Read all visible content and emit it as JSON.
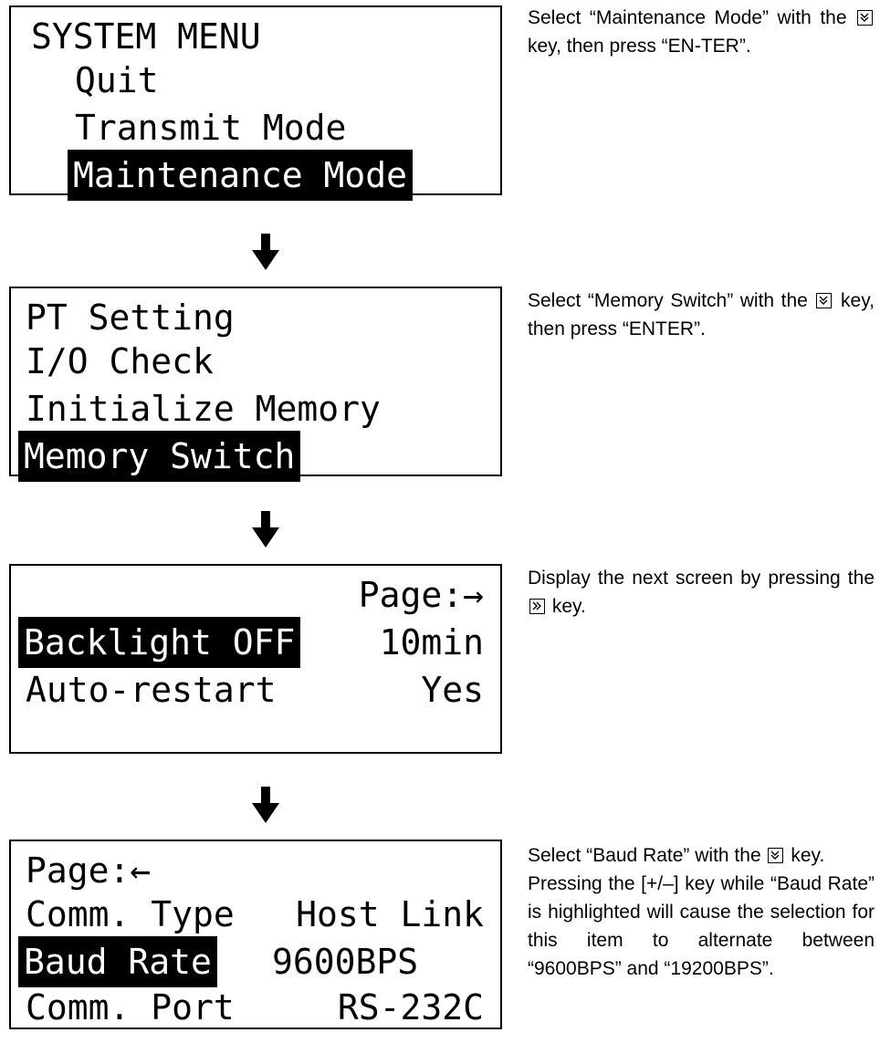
{
  "screens": [
    {
      "lines": [
        "SYSTEM MENU",
        "Quit",
        "Transmit Mode"
      ],
      "highlight": "Maintenance Mode"
    },
    {
      "lines": [
        "PT Setting",
        "I/O Check",
        "Initialize Memory"
      ],
      "highlight": "Memory Switch"
    },
    {
      "page": "Page:→",
      "rows": [
        {
          "label": "Backlight OFF",
          "value": "10min"
        },
        {
          "label": "Auto-restart",
          "value": "Yes"
        }
      ]
    },
    {
      "page": "Page:←",
      "rows": [
        {
          "label": "Comm. Type",
          "value": "Host Link"
        },
        {
          "label": "Baud Rate",
          "value": "9600BPS"
        },
        {
          "label": "Comm. Port",
          "value": "RS-232C"
        }
      ]
    }
  ],
  "instructions": {
    "step1_a": "Select “Maintenance Mode” with the",
    "step1_b": "key, then press “EN-TER”.",
    "step2_a": "Select “Memory Switch” with the",
    "step2_b": "key, then press “ENTER”.",
    "step3_a": "Display the next screen by pressing the",
    "step3_b": "key.",
    "step4_a": "Select “Baud Rate” with the",
    "step4_b": "key.",
    "step4_c": "Pressing the [+/–] key while “Baud Rate” is highlighted will cause the selection for this item to alternate between “9600BPS” and “19200BPS”."
  },
  "icons": {
    "down_key": "double-chevron-down-icon",
    "right_key": "double-chevron-right-icon",
    "flow_arrow": "down-arrow-icon"
  }
}
